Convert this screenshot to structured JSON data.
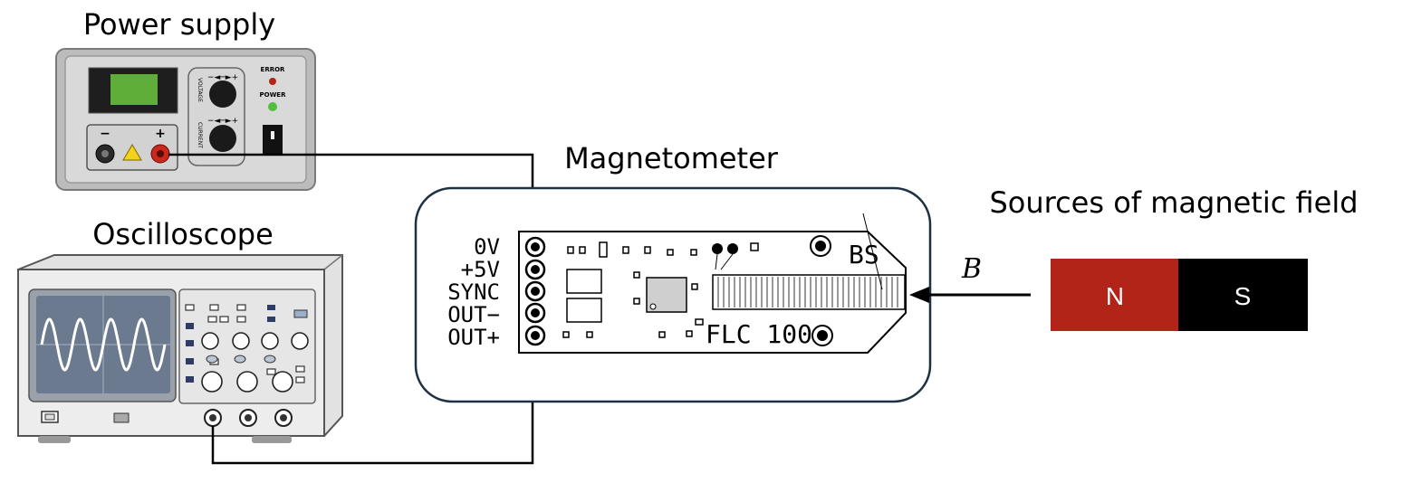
{
  "labels": {
    "power_supply": "Power supply",
    "oscilloscope": "Oscilloscope",
    "magnetometer": "Magnetometer",
    "sources": "Sources of magnetic field",
    "field_symbol": "B"
  },
  "power_supply_panel": {
    "error": "ERROR",
    "power": "POWER",
    "voltage": "VOLTAGE",
    "current": "CURRENT",
    "minus": "−",
    "plus": "+",
    "knob_arrow": "−◄─►+",
    "display_color": "#5fae3a"
  },
  "magnetometer_board": {
    "pins": [
      "0V",
      "+5V",
      "SYNC",
      "OUT−",
      "OUT+"
    ],
    "model": "FLC 100",
    "marking": "BS"
  },
  "magnet": {
    "north": "N",
    "south": "S",
    "north_color": "#b22418",
    "south_color": "#000000"
  },
  "oscilloscope_screen": {
    "trace_color": "#ffffff",
    "screen_color": "#6b7a8e"
  }
}
